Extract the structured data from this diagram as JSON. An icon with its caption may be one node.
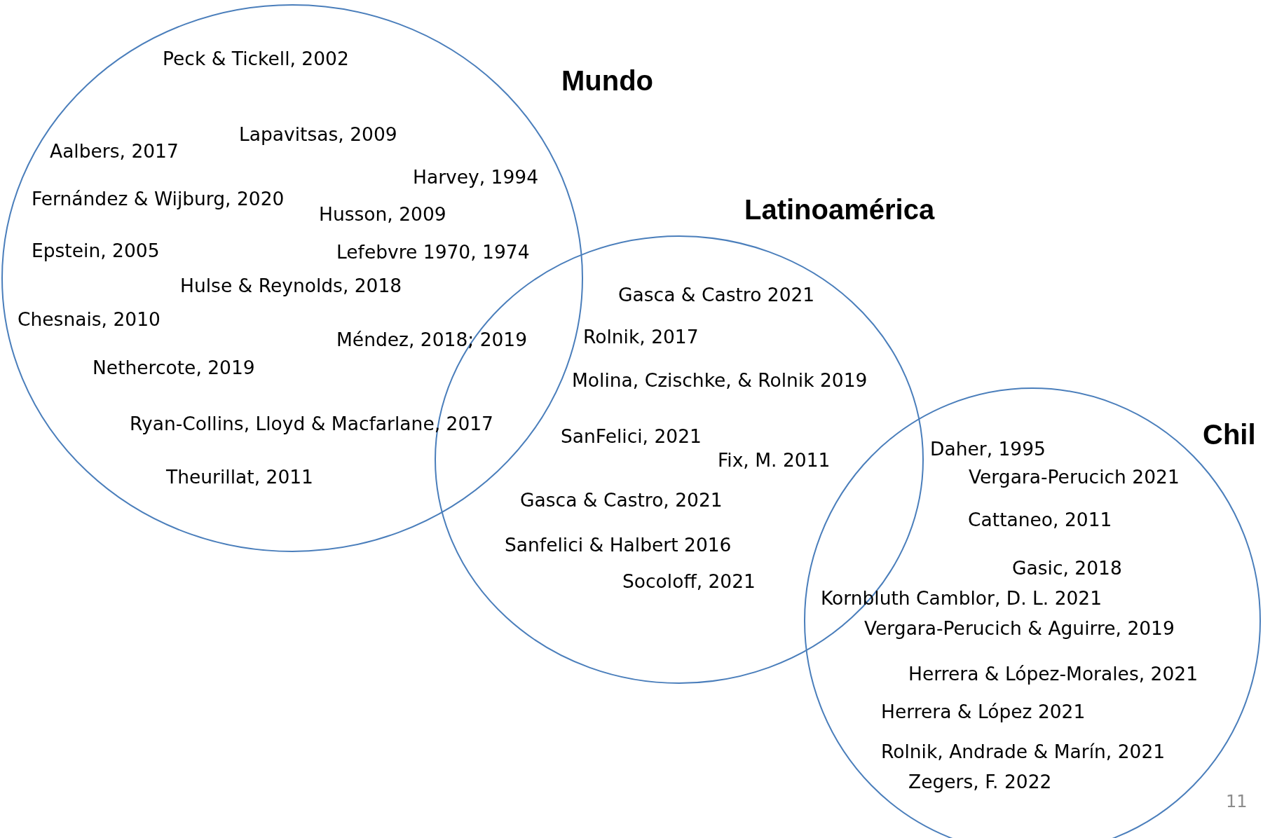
{
  "diagram": {
    "nodes": [
      {
        "text": [
          "Mundo"
        ]
      },
      {
        "text": [
          "Latinoamérica"
        ]
      },
      {
        "text": [
          "Chil"
        ]
      }
    ],
    "labels": [
      "Peck & Tickell, 2002",
      "Lapavitsas, 2009",
      "Aalbers, 2017",
      "Harvey, 1994",
      "Fernández & Wijburg, 2020",
      "Husson, 2009",
      "Epstein, 2005",
      "Lefebvre 1970, 1974",
      "Hulse & Reynolds, 2018",
      "Chesnais, 2010",
      "Méndez, 2018; 2019",
      "Nethercote, 2019",
      "Ryan-Collins, Lloyd & Macfarlane, 2017",
      "Theurillat, 2011",
      "Gasca & Castro 2021",
      "Rolnik, 2017",
      "Molina, Czischke, & Rolnik 2019",
      "SanFelici, 2021",
      "Fix, M. 2011",
      "Gasca & Castro, 2021",
      "Sanfelici & Halbert 2016",
      "Socoloff, 2021",
      "Daher, 1995",
      "Vergara-Perucich 2021",
      "Cattaneo, 2011",
      "Gasic, 2018",
      "Kornbluth Camblor, D. L. 2021",
      "Vergara-Perucich & Aguirre, 2019",
      "Herrera & López-Morales, 2021",
      "Herrera & López 2021",
      "Rolnik, Andrade & Marín, 2021",
      "Zegers, F. 2022",
      "11"
    ]
  }
}
